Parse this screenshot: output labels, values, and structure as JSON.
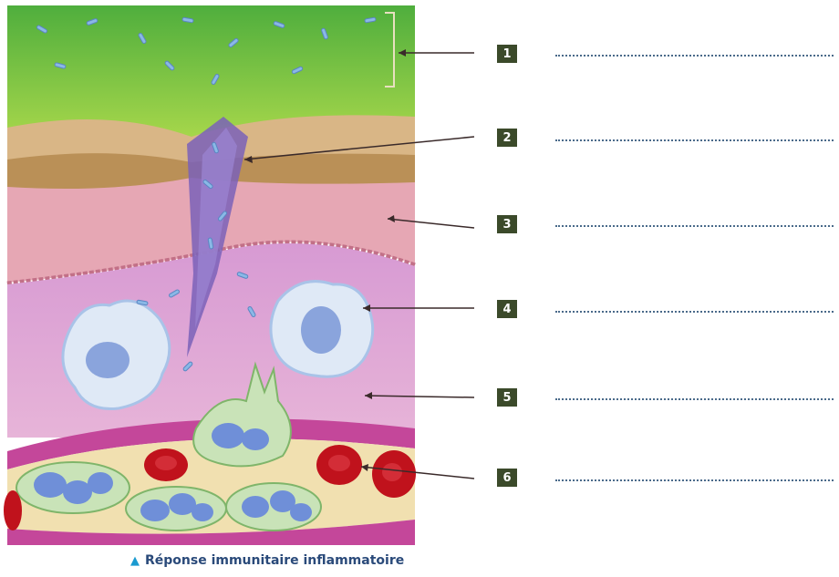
{
  "caption": "Réponse immunitaire inflammatoire",
  "labels": [
    "1",
    "2",
    "3",
    "4",
    "5",
    "6"
  ],
  "colors": {
    "surface": "#6cc04a",
    "epidermis": "#c9a06a",
    "dermis": "#e3a0b0",
    "tissue": "#c98acb",
    "vessel_wall": "#c4479a",
    "vessel_lumen": "#f1e0b0",
    "bacteria": "#8ab8e6",
    "red_cell": "#c0121c",
    "white_cell": "#dfe9f6",
    "label_box": "#3b4a2a"
  }
}
